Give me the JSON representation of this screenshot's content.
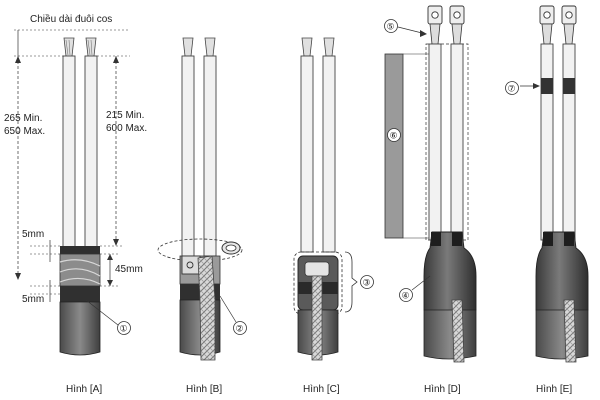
{
  "labels": {
    "tail_length": "Chiều dài đuôi cos",
    "dim_265": "265 Min.",
    "dim_650": "650 Max.",
    "dim_215": "215 Min.",
    "dim_600": "600 Max.",
    "dim_5mm_top": "5mm",
    "dim_45mm": "45mm",
    "dim_5mm_bottom": "5mm"
  },
  "markers": [
    "①",
    "②",
    "③",
    "④",
    "⑤",
    "⑥",
    "⑦"
  ],
  "captions": [
    "Hình [A]",
    "Hình [B]",
    "Hình [C]",
    "Hình [D]",
    "Hình [E]"
  ]
}
